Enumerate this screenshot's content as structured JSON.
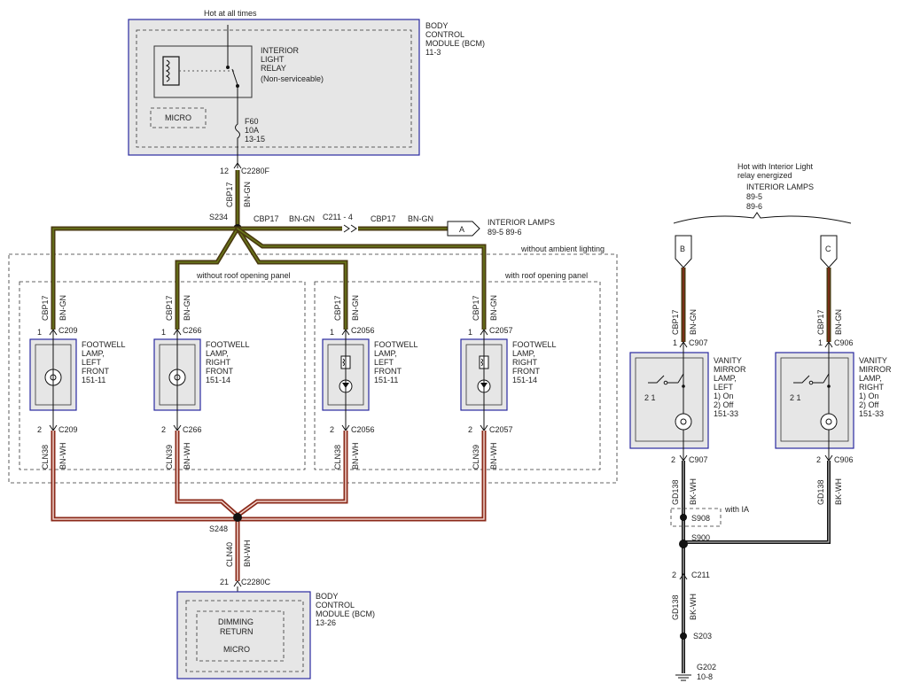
{
  "bcm_top": {
    "hot": "Hot at all times",
    "title": [
      "BODY",
      "CONTROL",
      "MODULE (BCM)",
      "11-3"
    ],
    "relay": [
      "INTERIOR",
      "LIGHT",
      "RELAY",
      "(Non-serviceable)"
    ],
    "micro": "MICRO",
    "fuse": [
      "F60",
      "10A",
      "13-15"
    ],
    "pin": "12",
    "conn": "C2280F"
  },
  "main_wire": {
    "circuit": "CBP17",
    "color": "BN-GN"
  },
  "splice_top": "S234",
  "branch": {
    "circuit": "CBP17",
    "color": "BN-GN",
    "conn": "C211 - 4",
    "circuit2": "CBP17",
    "color2": "BN-GN",
    "ref": "A",
    "dest": "INTERIOR LAMPS",
    "dest_pages": "89-5   89-6"
  },
  "groups": {
    "ambient": "without ambient lighting",
    "no_roof": "without roof opening panel",
    "roof": "with roof opening panel"
  },
  "lamps": [
    {
      "label": [
        "FOOTWELL",
        "LAMP,",
        "LEFT",
        "FRONT",
        "151-11"
      ],
      "pin_in": "1",
      "conn_in": "C209",
      "pin_out": "2",
      "conn_out": "C209",
      "circ_in": "CBP17",
      "col_in": "BN-GN",
      "circ_out": "CLN38",
      "col_out": "BN-WH"
    },
    {
      "label": [
        "FOOTWELL",
        "LAMP,",
        "RIGHT",
        "FRONT",
        "151-14"
      ],
      "pin_in": "1",
      "conn_in": "C266",
      "pin_out": "2",
      "conn_out": "C266",
      "circ_in": "CBP17",
      "col_in": "BN-GN",
      "circ_out": "CLN39",
      "col_out": "BN-WH"
    },
    {
      "label": [
        "FOOTWELL",
        "LAMP,",
        "LEFT",
        "FRONT",
        "151-11"
      ],
      "pin_in": "1",
      "conn_in": "C2056",
      "pin_out": "2",
      "conn_out": "C2056",
      "circ_in": "CBP17",
      "col_in": "BN-GN",
      "circ_out": "CLN38",
      "col_out": "BN-WH"
    },
    {
      "label": [
        "FOOTWELL",
        "LAMP,",
        "RIGHT",
        "FRONT",
        "151-14"
      ],
      "pin_in": "1",
      "conn_in": "C2057",
      "pin_out": "2",
      "conn_out": "C2057",
      "circ_in": "CBP17",
      "col_in": "BN-GN",
      "circ_out": "CLN39",
      "col_out": "BN-WH"
    }
  ],
  "splice_bottom": "S248",
  "bottom_wire": {
    "circuit": "CLN40",
    "color": "BN-WH",
    "pin": "21",
    "conn": "C2280C"
  },
  "bcm_bottom": {
    "title": [
      "BODY",
      "CONTROL",
      "MODULE (BCM)",
      "13-26"
    ],
    "dim": [
      "DIMMING",
      "RETURN"
    ],
    "micro": "MICRO"
  },
  "right": {
    "hot": [
      "Hot with Interior Light",
      "relay energized"
    ],
    "dest": "INTERIOR LAMPS",
    "pages": [
      "89-5",
      "89-6"
    ],
    "refs": [
      "B",
      "C"
    ],
    "mirrors": [
      {
        "label": [
          "VANITY",
          "MIRROR",
          "LAMP,",
          "LEFT",
          "1) On",
          "2) Off",
          "151-33"
        ],
        "pin_in": "1",
        "conn_in": "C907",
        "pin_out": "2",
        "conn_out": "C907",
        "circ_in": "CBP17",
        "col_in": "BN-GN",
        "circ_out": "GD138",
        "col_out": "BK-WH",
        "sw": "2 1"
      },
      {
        "label": [
          "VANITY",
          "MIRROR",
          "LAMP,",
          "RIGHT",
          "1) On",
          "2) Off",
          "151-33"
        ],
        "pin_in": "1",
        "conn_in": "C906",
        "pin_out": "2",
        "conn_out": "C906",
        "circ_in": "CBP17",
        "col_in": "BN-GN",
        "circ_out": "GD138",
        "col_out": "BK-WH",
        "sw": "2 1"
      }
    ],
    "s908": "S908",
    "with_ia": "with IA",
    "s900": "S900",
    "c211_pin": "2",
    "c211": "C211",
    "gd138": "GD138",
    "bkwh": "BK-WH",
    "s203": "S203",
    "ground": "G202",
    "ground_page": "10-8"
  },
  "colors": {
    "bn_gn_dark": "#4a3a10",
    "bn_gn_light": "#6b7a1a",
    "bn_wh": "#8b2a1a",
    "bk_wh": "#111111",
    "module_border": "#2a2aa0"
  }
}
